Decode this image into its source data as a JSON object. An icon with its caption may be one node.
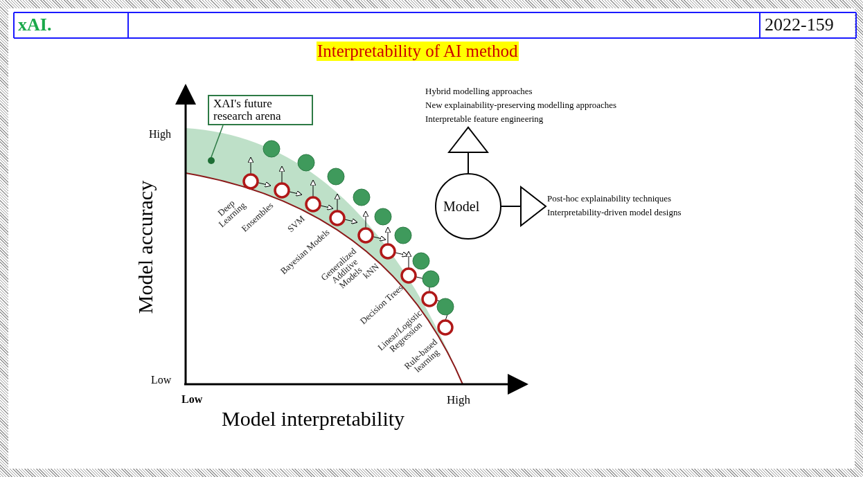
{
  "diagram": {
    "title": "Interpretability of AI method",
    "nodes": [
      {
        "text": [
          "XAI's future research arena"
        ]
      },
      {
        "text": [],
        "shape": "circle"
      },
      {
        "text": [
          "Model"
        ]
      },
      {
        "text": [
          "Hybrid modelling approaches",
          "New explainability-preserving modelling approaches",
          "Interpretable feature engineering"
        ]
      },
      {
        "text": [
          "Post-hoc explainability techniques",
          "Interpretability-driven model designs"
        ]
      }
    ],
    "edges": [
      {
        "from": 0,
        "to": 1,
        "arrow": "none",
        "color": "#2d7a45"
      },
      {
        "from": 2,
        "to": 3,
        "arrow": "to"
      },
      {
        "from": 2,
        "to": 4,
        "arrow": "to"
      }
    ],
    "labels": [
      "xAI.",
      "2022-159",
      "High",
      "Low",
      "Low",
      "High",
      "Model accuracy",
      "Model interpretability",
      "Deep Learning",
      "Ensembles",
      "SVM",
      "Bayesian Models",
      "Generalized Additive Models",
      "kNN",
      "Decision Trees",
      "Linear/Logistic Regression",
      "Rule-based learning"
    ]
  }
}
